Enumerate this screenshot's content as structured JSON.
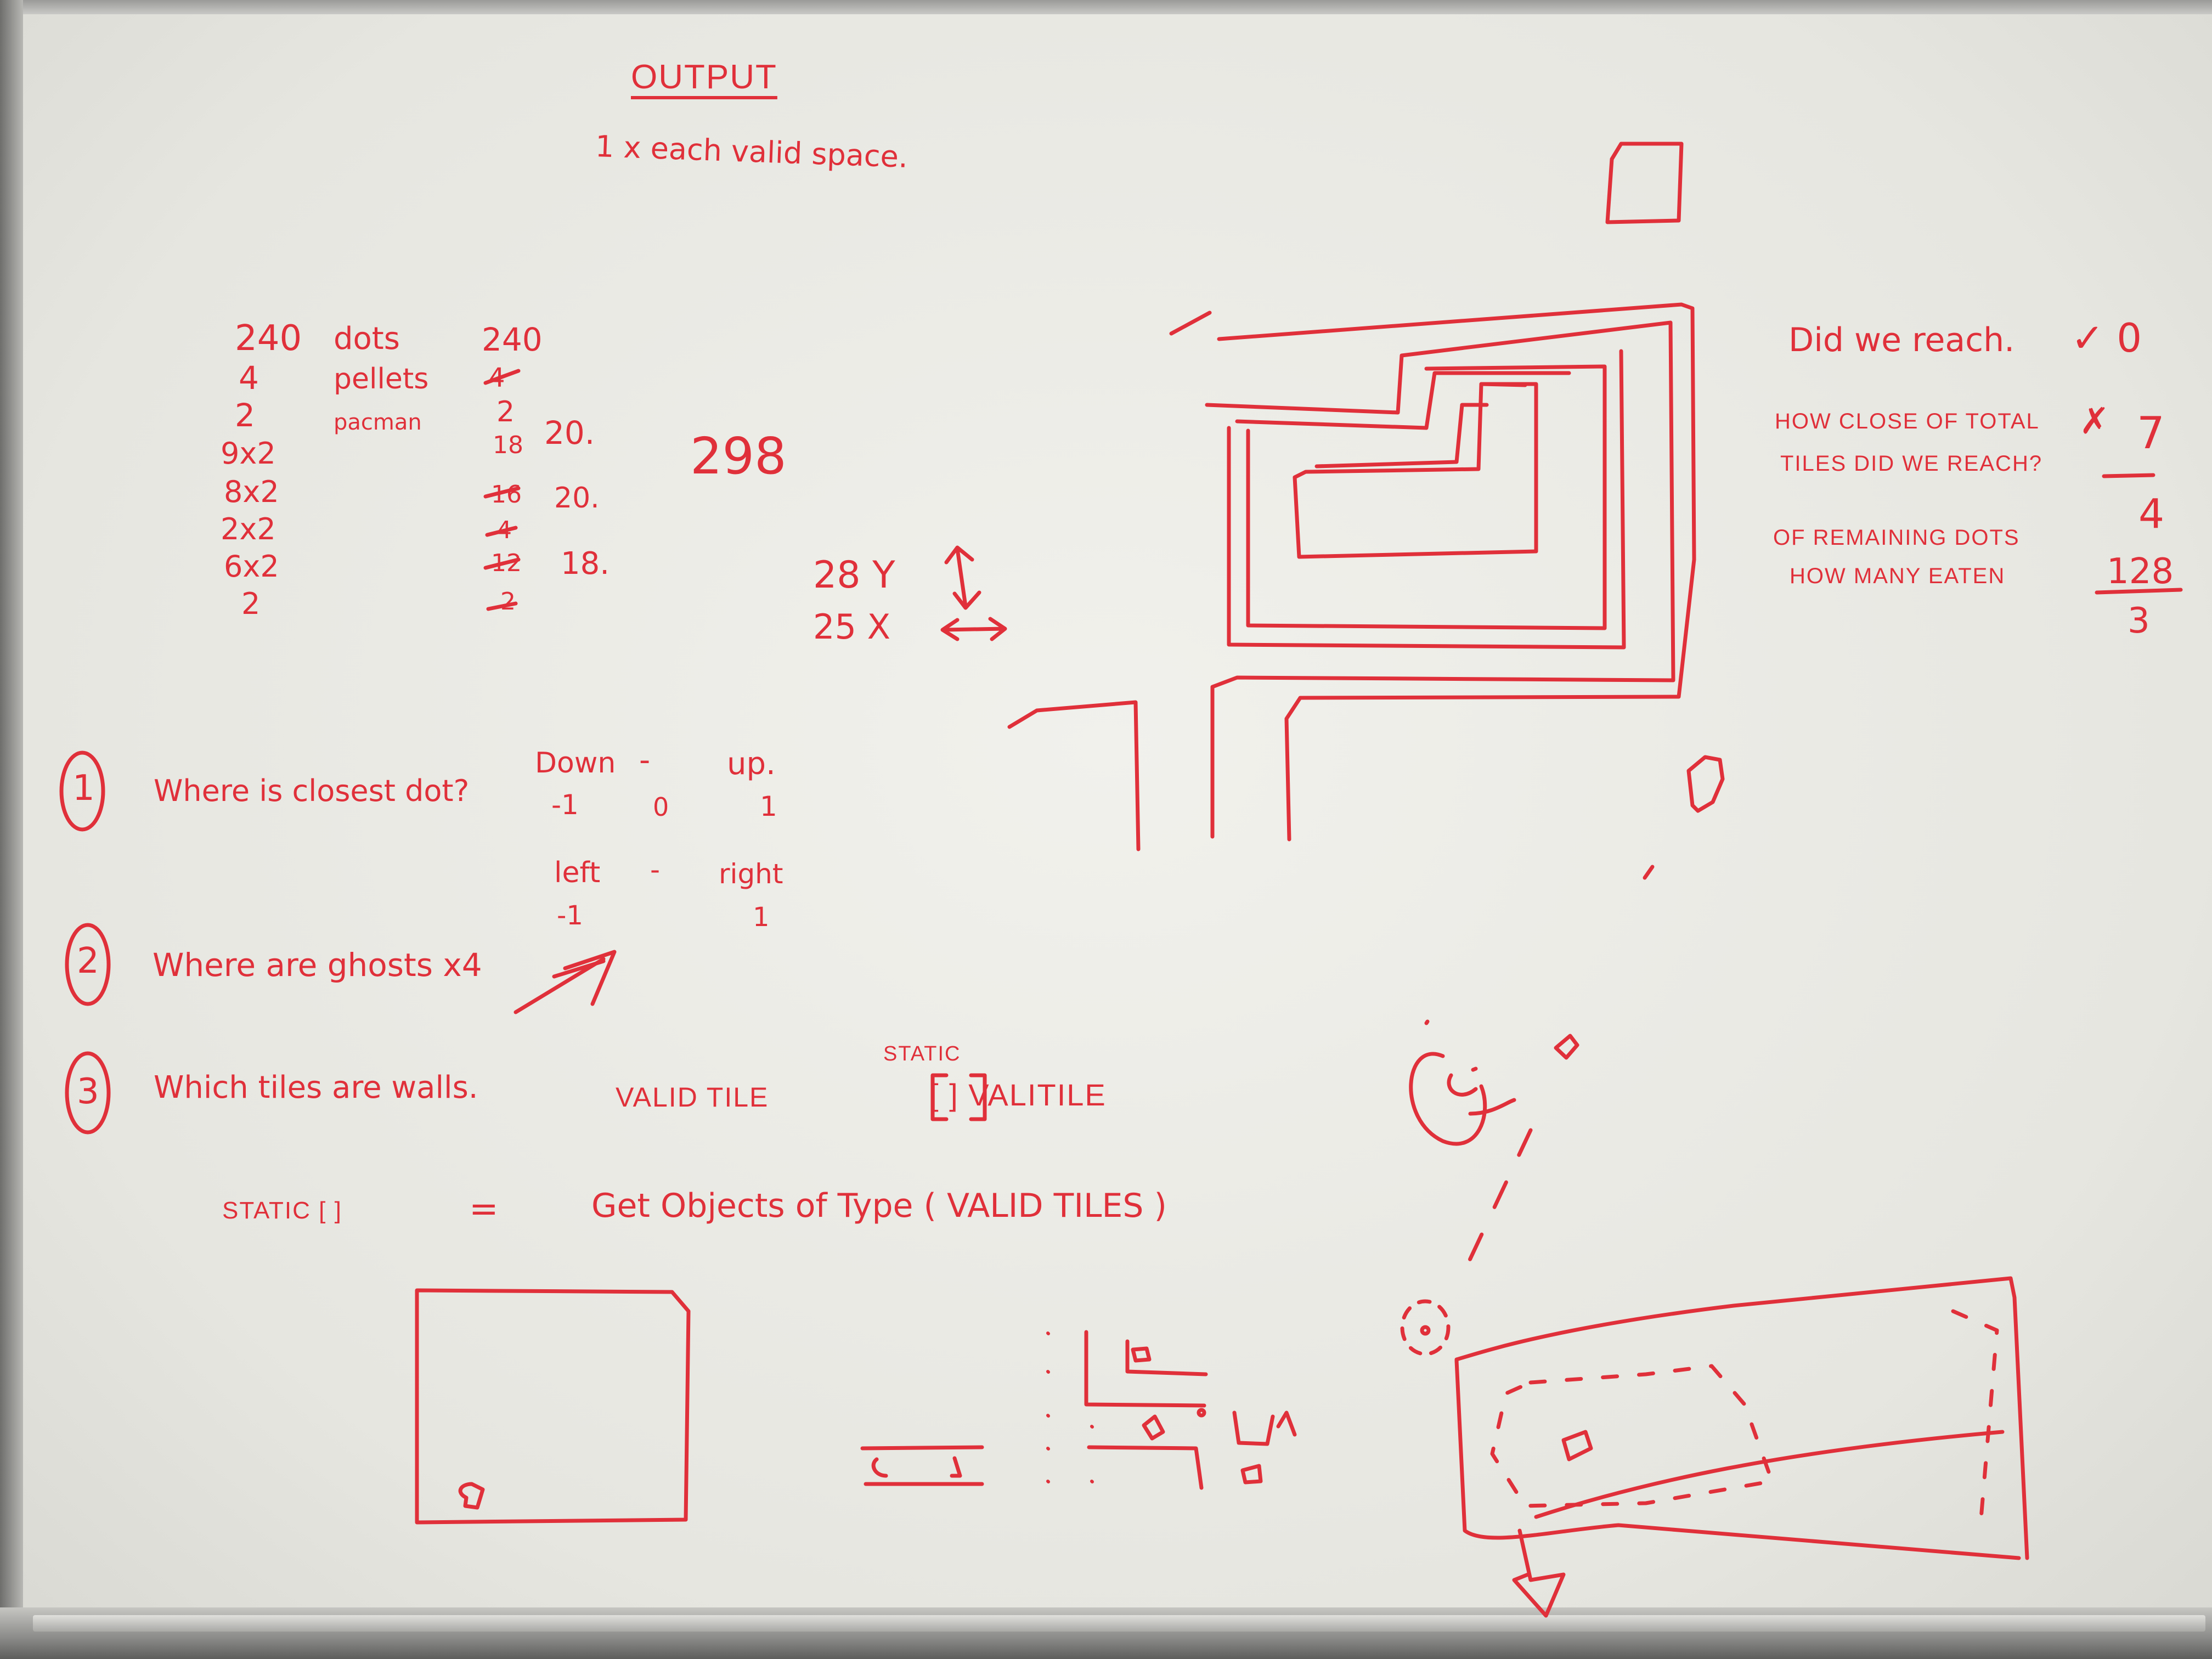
{
  "heading": {
    "title": "OUTPUT",
    "subtitle": "1 x each valid space."
  },
  "counts_left": [
    "240",
    "4",
    "2",
    "9x2",
    "8x2",
    "2x2",
    "6x2",
    "2"
  ],
  "counts_labels": [
    "dots",
    "pellets",
    "pacman"
  ],
  "counts_right": [
    "240",
    "4",
    "2",
    "18",
    "16",
    "4",
    "12",
    "2"
  ],
  "subtotals": [
    "20.",
    "20.",
    "18."
  ],
  "grand_total": "298",
  "dimensions": {
    "y_label": "28 Y",
    "x_label": "25 X"
  },
  "question_1": {
    "number": "1",
    "text": "Where is closest dot?",
    "vertical_labels": [
      "Down",
      "-",
      "up."
    ],
    "vertical_values": [
      "-1",
      "0",
      "1"
    ],
    "horizontal_labels": [
      "left",
      "-",
      "right"
    ],
    "horizontal_values": [
      "-1",
      "1"
    ]
  },
  "question_2": {
    "number": "2",
    "text": "Where are ghosts x4"
  },
  "question_3": {
    "number": "3",
    "text": "Which tiles are walls.",
    "valid_tile": "VALID TILE",
    "static_word": "STATIC",
    "bracket_label": "[ ] VALITILE"
  },
  "code_line": {
    "left": "STATIC [ ]",
    "equals": "=",
    "right": "Get Objects of Type ( VALID TILES )"
  },
  "reward": {
    "q1": "Did we reach.",
    "q1_marks": "✓  0",
    "q2_line1": "HOW CLOSE OF TOTAL",
    "q2_line2": "TILES DID WE REACH?",
    "q2_mark": "✗",
    "frac1_num": "7",
    "frac1_den": "4",
    "q3_line1": "OF REMAINING DOTS",
    "q3_line2": "HOW MANY EATEN",
    "frac2_num": "128",
    "frac2_den": "3"
  },
  "ink_color": "#e0303a"
}
